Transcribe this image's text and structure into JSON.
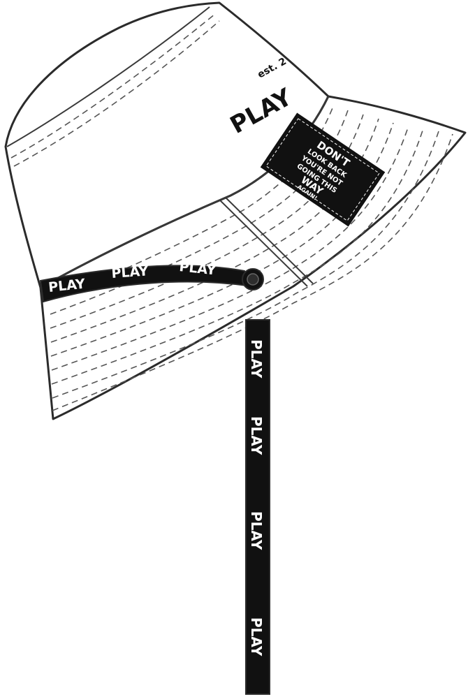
{
  "crown_print": {
    "brand": "PLAY",
    "tagline": "est. 2"
  },
  "patch": {
    "lines": [
      "DON'T",
      "LOOK BACK",
      "YOU'RE NOT",
      "GOING THIS",
      "WAY",
      "AGAIN!"
    ]
  },
  "band_tape": {
    "words": [
      "PLAY",
      "PLAY",
      "PLAY"
    ]
  },
  "drawcord": {
    "words": [
      "PLAY",
      "PLAY",
      "PLAY",
      "PLAY"
    ]
  },
  "colors": {
    "outline": "#2b2b2b",
    "tape": "#111111",
    "fabric": "#ffffff"
  }
}
